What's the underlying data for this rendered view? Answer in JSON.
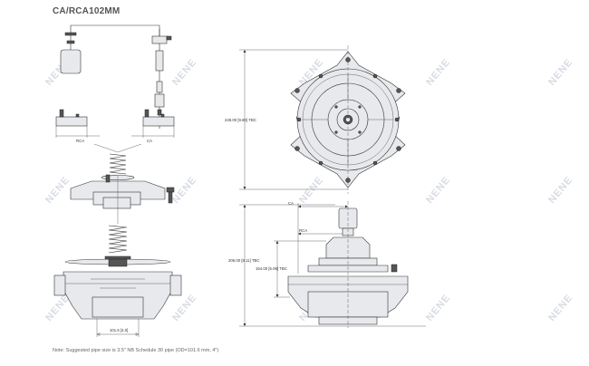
{
  "header": {
    "title": "CA/RCA102MM"
  },
  "watermark": {
    "text": "NENE"
  },
  "dimensions": {
    "tbc_top": "249.00 [9.80] TBC",
    "ca_top": "CA",
    "rca_top": "RCA",
    "rca_left": "RCA",
    "ca_left": "CA",
    "height_total": "206.00 [8.11] TBC",
    "height_body": "154.00 [6.06] TBC",
    "pipe_width": "101.6 [4.0]"
  },
  "footer": {
    "note": "Note: Suggested pipe size is 3.5\" NB Schedule 30 pipe (OD=101.6 mm, 4\")"
  }
}
